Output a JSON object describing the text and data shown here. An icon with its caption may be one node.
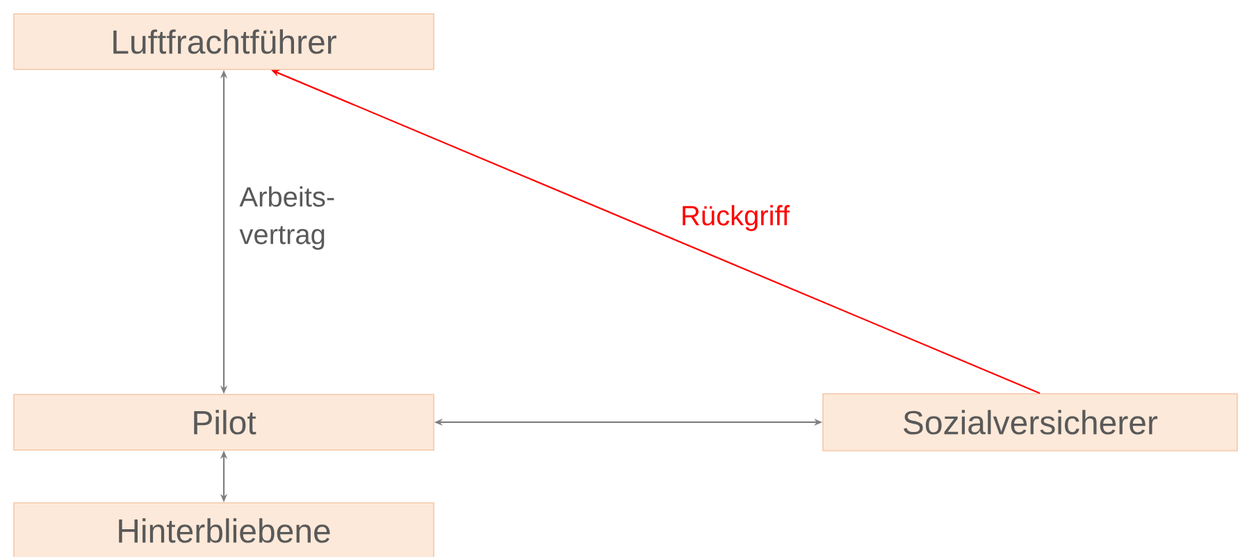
{
  "diagram": {
    "nodes": [
      {
        "text": [
          "Luftfrachtführer"
        ]
      },
      {
        "text": [
          "Pilot"
        ]
      },
      {
        "text": [
          "Sozialversicherer"
        ]
      },
      {
        "text": [
          "Hinterbliebene"
        ]
      }
    ],
    "edges": [
      {
        "from": 0,
        "to": 1,
        "arrow": "both",
        "label": "Arbeits- vertrag"
      },
      {
        "from": 1,
        "to": 2,
        "arrow": "both"
      },
      {
        "from": 2,
        "to": 0,
        "arrow": "to",
        "label": "Rückgriff",
        "color": "#ff0000"
      },
      {
        "from": 1,
        "to": 3,
        "arrow": "both"
      }
    ]
  }
}
